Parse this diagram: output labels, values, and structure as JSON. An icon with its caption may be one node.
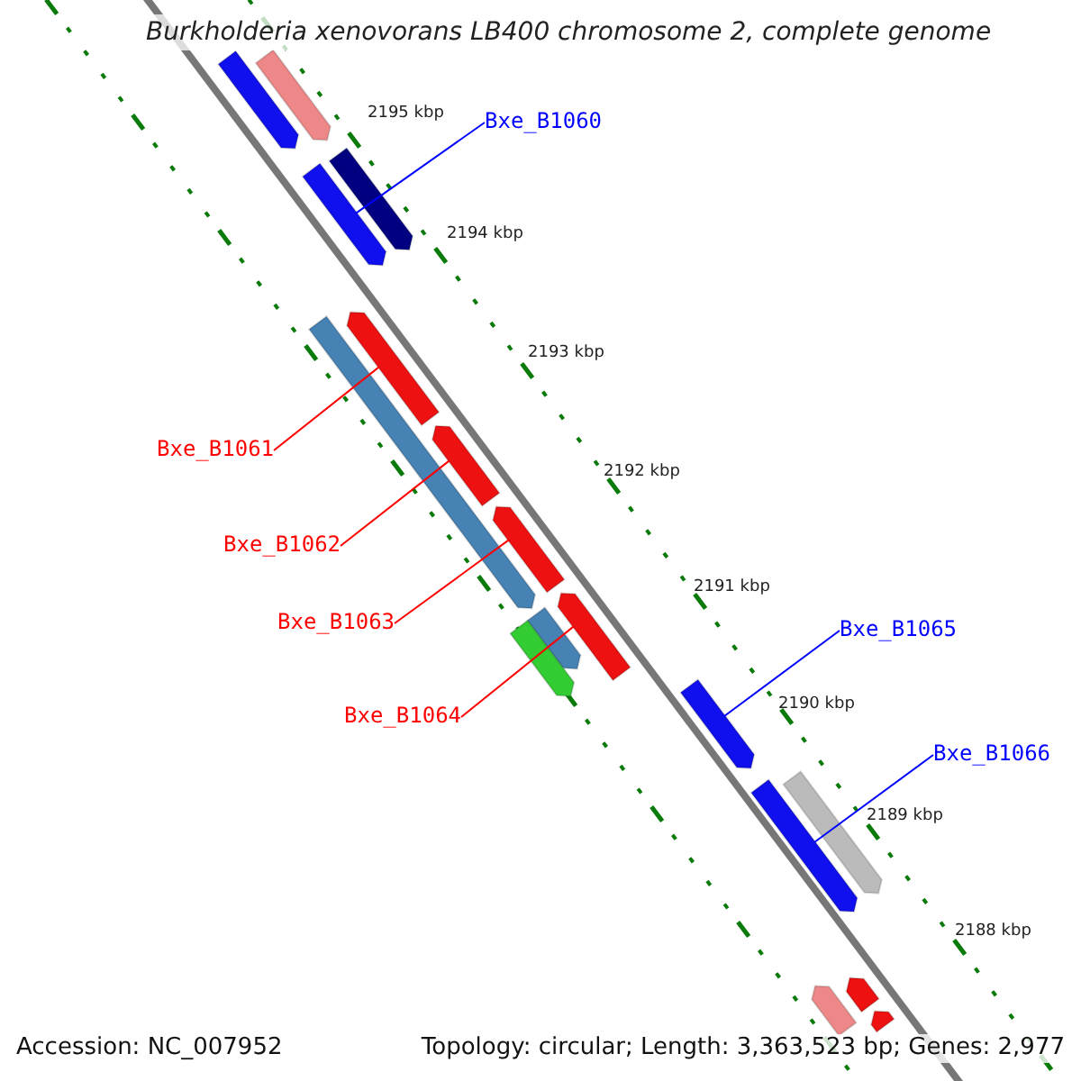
{
  "diagram": {
    "title": "Burkholderia xenovorans LB400 chromosome 2, complete genome",
    "nodes": [
      {
        "text": [
          "Bxe_B1060"
        ]
      },
      {
        "text": [
          "Bxe_B1061"
        ]
      },
      {
        "text": [
          "Bxe_B1062"
        ]
      },
      {
        "text": [
          "Bxe_B1063"
        ]
      },
      {
        "text": [
          "Bxe_B1064"
        ]
      },
      {
        "text": [
          "Bxe_B1065"
        ]
      },
      {
        "text": [
          "Bxe_B1066"
        ]
      },
      {
        "text": [],
        "shape": "arrow"
      },
      {
        "text": [],
        "shape": "arrow"
      },
      {
        "text": [],
        "shape": "arrow"
      },
      {
        "text": [],
        "shape": "arrow"
      },
      {
        "text": [],
        "shape": "arrow"
      },
      {
        "text": [],
        "shape": "arrow"
      },
      {
        "text": [],
        "shape": "arrow"
      },
      {
        "text": [],
        "shape": "arrow"
      },
      {
        "text": [],
        "shape": "arrow"
      },
      {
        "text": [],
        "shape": "arrow"
      },
      {
        "text": [],
        "shape": "arrow"
      },
      {
        "text": [],
        "shape": "arrow"
      },
      {
        "text": [],
        "shape": "arrow"
      },
      {
        "text": [],
        "shape": "arrow"
      },
      {
        "text": [],
        "shape": "arrow"
      },
      {
        "text": [],
        "shape": "arrow"
      },
      {
        "text": [],
        "shape": "arrow"
      }
    ],
    "edges": [
      {
        "from": 0,
        "to": 9,
        "arrow": "none",
        "color": "#0000ff"
      },
      {
        "from": 1,
        "to": 12,
        "arrow": "none",
        "color": "#ff0000"
      },
      {
        "from": 2,
        "to": 13,
        "arrow": "none",
        "color": "#ff0000"
      },
      {
        "from": 3,
        "to": 14,
        "arrow": "none",
        "color": "#ff0000"
      },
      {
        "from": 4,
        "to": 15,
        "arrow": "none",
        "color": "#ff0000"
      },
      {
        "from": 5,
        "to": 18,
        "arrow": "none",
        "color": "#0000ff"
      },
      {
        "from": 6,
        "to": 19,
        "arrow": "none",
        "color": "#0000ff"
      }
    ],
    "labels": [
      "2195 kbp",
      "2194 kbp",
      "2193 kbp",
      "2192 kbp",
      "2191 kbp",
      "2190 kbp",
      "2189 kbp",
      "2188 kbp",
      "Accession: NC_007952",
      "Topology: circular; Length: 3,363,523 bp; Genes: 2,977"
    ]
  }
}
